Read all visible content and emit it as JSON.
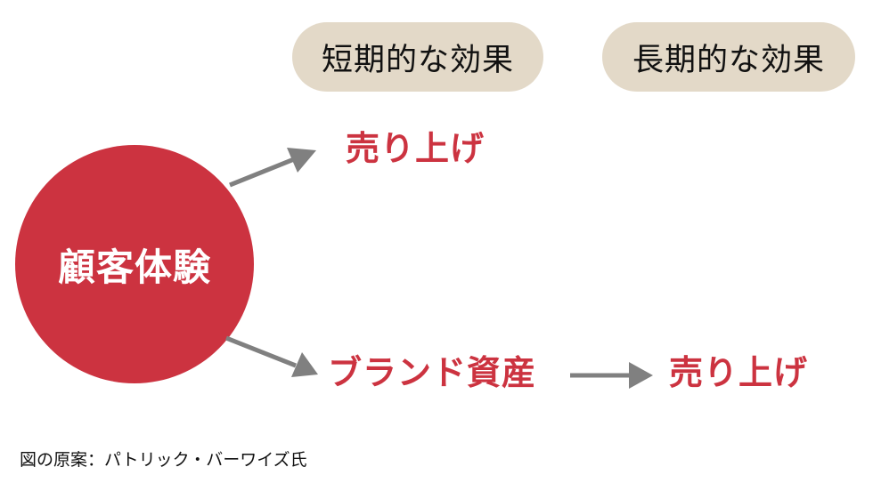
{
  "header": {
    "short_term_label": "短期的な効果",
    "long_term_label": "長期的な効果"
  },
  "nodes": {
    "source": "顧客体験",
    "short_term_sales": "売り上げ",
    "brand_equity": "ブランド資産",
    "long_term_sales": "売り上げ"
  },
  "caption": "図の原案：パトリック・バーワイズ氏",
  "colors": {
    "accent_red": "#cc3340",
    "pill_bg": "#e3d9c8",
    "arrow_gray": "#808080",
    "text_dark": "#111111",
    "text_white": "#ffffff"
  }
}
